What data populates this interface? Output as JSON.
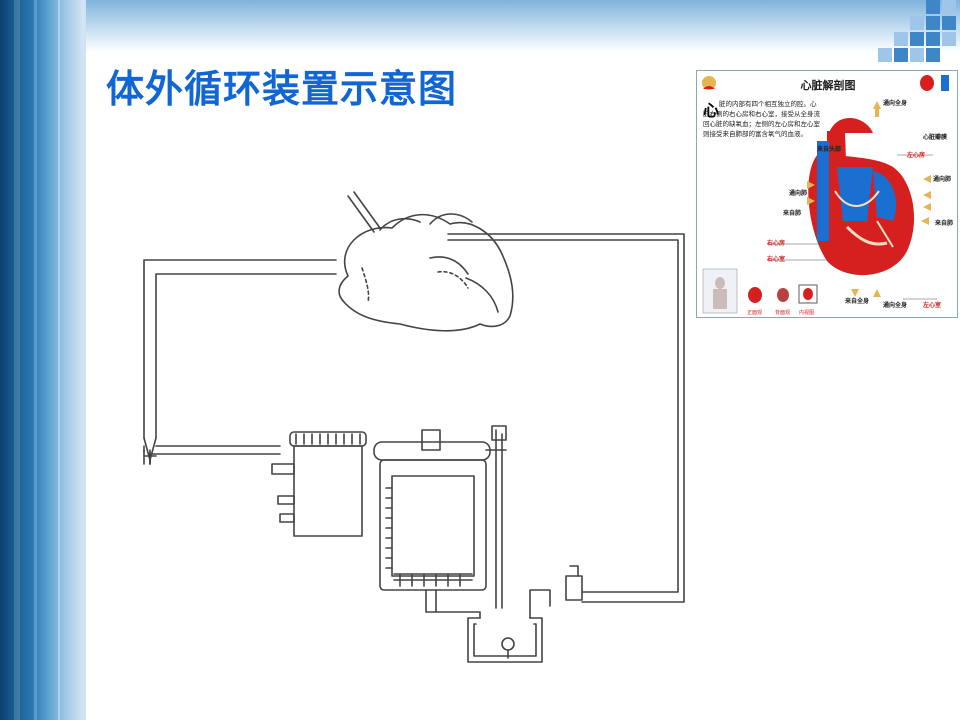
{
  "slide": {
    "title": "体外循环装置示意图"
  },
  "inset": {
    "title": "心脏解剖图",
    "big_char": "心",
    "description": "脏的内部有四个相互独立的腔。心脏右侧的右心房和右心室，接受从全身流回心脏的缺氧血；左侧的左心房和左心室则接受来自肺部的富含氧气的血液。",
    "labels": {
      "to_body_top": "通向全身",
      "from_head": "来自头部",
      "pericardium": "心脏瓣膜",
      "left_atrium": "左心房",
      "to_lung_left": "通向肺",
      "from_lung_left": "来自肺",
      "to_lung_right": "通向肺",
      "from_lung_right": "来自肺",
      "right_atrium": "右心房",
      "right_ventricle": "右心室",
      "from_body_bottom": "来自全身",
      "to_body_bottom": "通向全身",
      "left_ventricle": "左心室"
    },
    "thumbnails": [
      "正面观",
      "背面观",
      "内视图"
    ]
  },
  "colors": {
    "title": "#1166d6",
    "artery_red": "#d62020",
    "vein_blue": "#1a6fd0",
    "arrow_tan": "#e6b450"
  }
}
